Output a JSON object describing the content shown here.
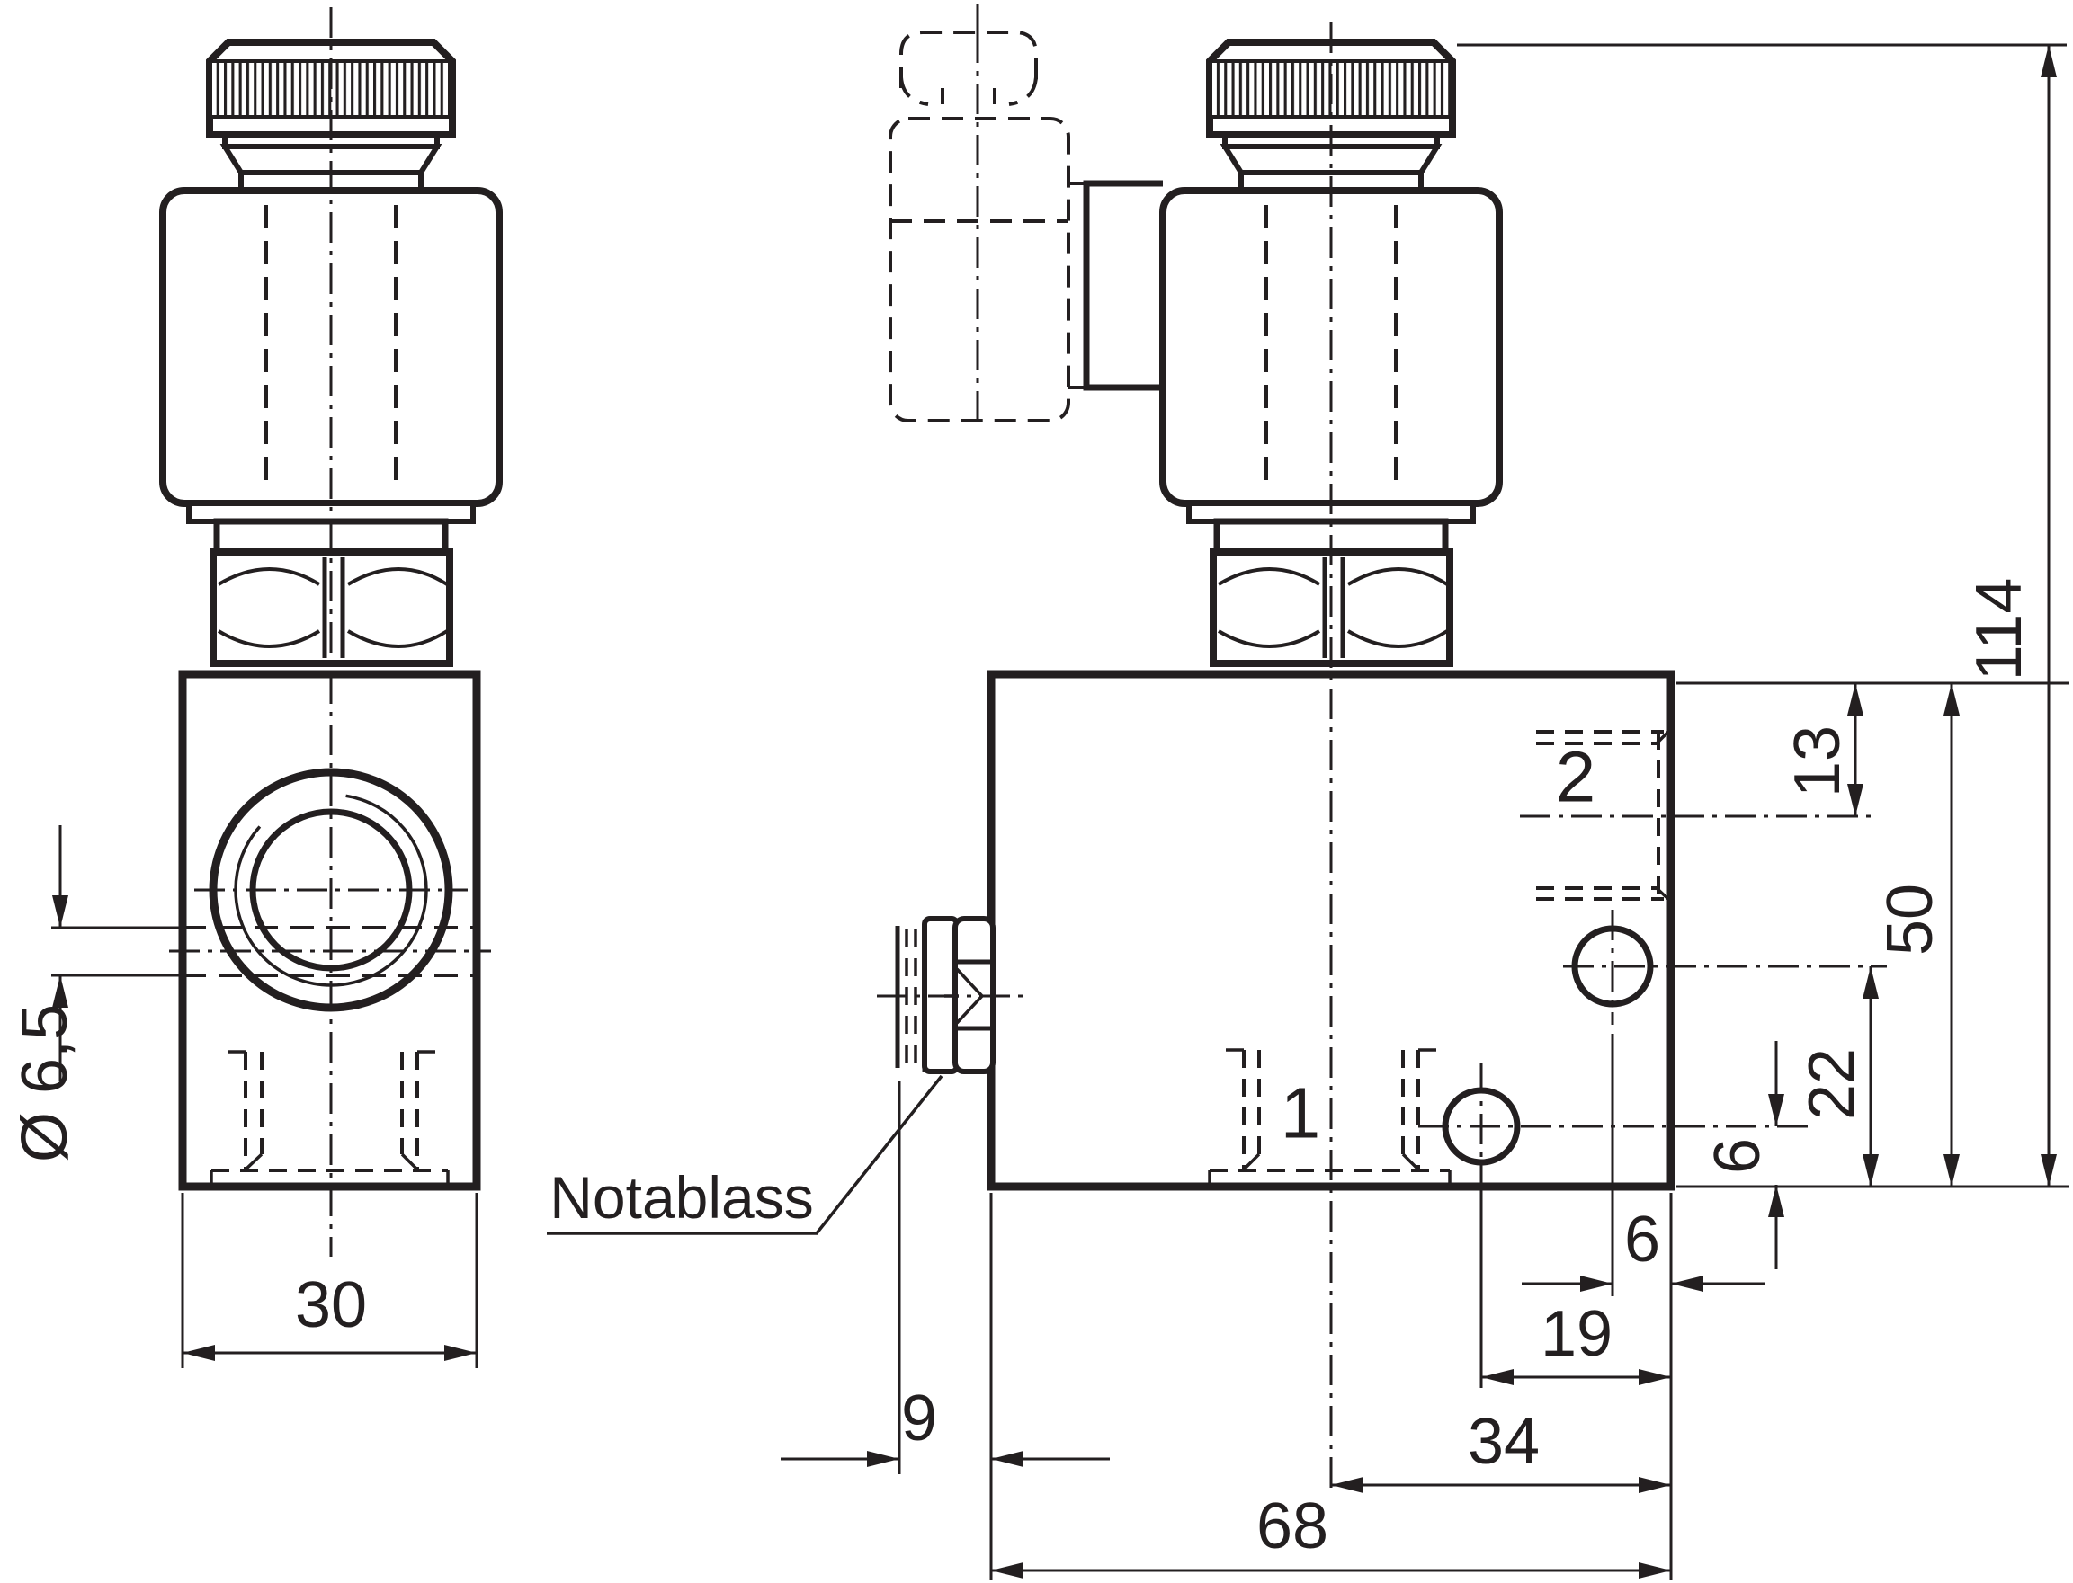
{
  "front_view": {
    "dim_width": "30",
    "dim_drain_hole": "Ø 6,5"
  },
  "side_view": {
    "label_relief": "Notablass",
    "label_port_bottom": "1",
    "label_port_side": "2",
    "dim_relief_offset": "9",
    "dim_length": "68",
    "dim_port1": "34",
    "dim_gauge_port": "19",
    "dim_side_port_x": "6",
    "dim_gauge_port_y": "6",
    "dim_side_port_y": "22",
    "dim_port2_y": "13",
    "dim_body_height": "50",
    "dim_overall_height": "114"
  },
  "colors": {
    "line": "#231f20",
    "background": "#ffffff"
  }
}
